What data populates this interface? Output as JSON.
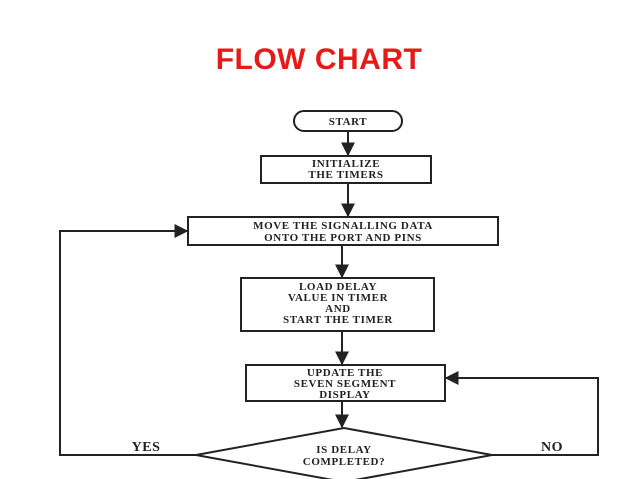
{
  "title": "FLOW CHART",
  "colors": {
    "title": "#e41b17",
    "ink": "#222222",
    "background": "#ffffff"
  },
  "flowchart": {
    "start": "START",
    "init": [
      "INITIALIZE",
      "THE TIMERS"
    ],
    "move": [
      "MOVE THE SIGNALLING DATA",
      "ONTO THE PORT AND PINS"
    ],
    "load": [
      "LOAD DELAY",
      "VALUE IN TIMER",
      "AND",
      "START THE TIMER"
    ],
    "update": [
      "UPDATE THE",
      "SEVEN SEGMENT",
      "DISPLAY"
    ],
    "decision": [
      "IS DELAY",
      "COMPLETED?"
    ],
    "yes": "YES",
    "no": "NO"
  }
}
